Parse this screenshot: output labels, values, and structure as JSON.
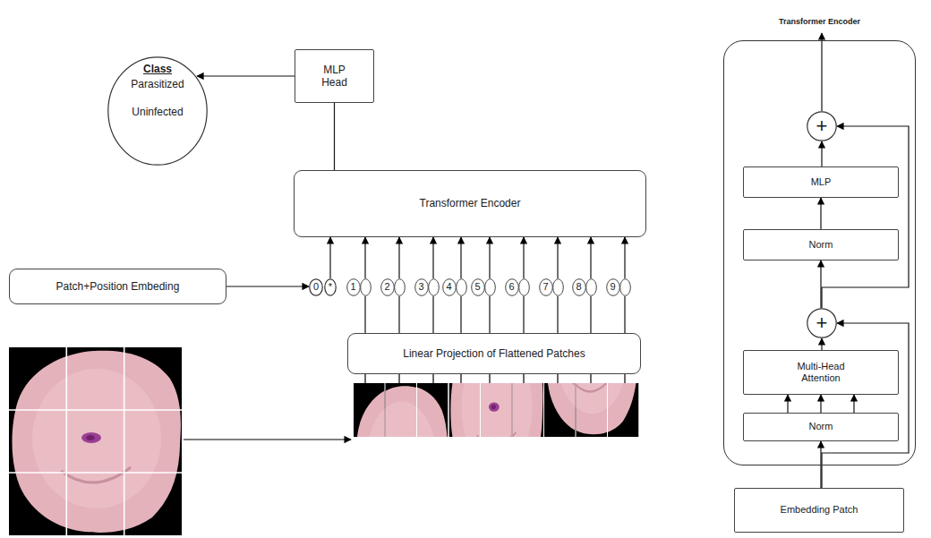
{
  "diagram": {
    "nodes": [
      {
        "text": [
          "Class",
          "Parasitized",
          "Uninfected"
        ]
      },
      {
        "text": [
          "MLP Head"
        ]
      },
      {
        "text": [
          "Transformer Encoder"
        ]
      },
      {
        "text": [
          "Patch+Position Embeding"
        ]
      },
      {
        "text": [
          "0"
        ]
      },
      {
        "text": [
          "*"
        ]
      },
      {
        "text": [
          "1"
        ]
      },
      {
        "text": [
          "2"
        ]
      },
      {
        "text": [
          "3"
        ]
      },
      {
        "text": [
          "4"
        ]
      },
      {
        "text": [
          "5"
        ]
      },
      {
        "text": [
          "6"
        ]
      },
      {
        "text": [
          "7"
        ]
      },
      {
        "text": [
          "8"
        ]
      },
      {
        "text": [
          "9"
        ]
      },
      {
        "text": [
          "Linear Projection of Flattened Patches"
        ]
      },
      {
        "text": [
          "Transformer Encoder"
        ]
      },
      {
        "text": [
          "+"
        ],
        "in": 16
      },
      {
        "text": [
          "MLP"
        ],
        "in": 16
      },
      {
        "text": [
          "Norm"
        ],
        "in": 16
      },
      {
        "text": [
          "+"
        ],
        "in": 16
      },
      {
        "text": [
          "Multi-Head Attention"
        ],
        "in": 16
      },
      {
        "text": [
          "Norm"
        ],
        "in": 16
      },
      {
        "text": [
          "Embedding Patch"
        ]
      }
    ],
    "edges": [
      {
        "from": 1,
        "to": 0,
        "arrow": "to"
      },
      {
        "from": 2,
        "to": 1,
        "arrow": "none"
      },
      {
        "from": 3,
        "to": 4,
        "arrow": "to"
      },
      {
        "from": 5,
        "to": 2,
        "arrow": "to"
      },
      {
        "from": 6,
        "to": 2,
        "arrow": "to"
      },
      {
        "from": 7,
        "to": 2,
        "arrow": "to"
      },
      {
        "from": 8,
        "to": 2,
        "arrow": "to"
      },
      {
        "from": 9,
        "to": 2,
        "arrow": "to"
      },
      {
        "from": 10,
        "to": 2,
        "arrow": "to"
      },
      {
        "from": 11,
        "to": 2,
        "arrow": "to"
      },
      {
        "from": 12,
        "to": 2,
        "arrow": "to"
      },
      {
        "from": 13,
        "to": 2,
        "arrow": "to"
      },
      {
        "from": 14,
        "to": 2,
        "arrow": "to"
      },
      {
        "from": 15,
        "to": 6,
        "arrow": "none"
      },
      {
        "from": 15,
        "to": 7,
        "arrow": "none"
      },
      {
        "from": 15,
        "to": 8,
        "arrow": "none"
      },
      {
        "from": 15,
        "to": 9,
        "arrow": "none"
      },
      {
        "from": 15,
        "to": 10,
        "arrow": "none"
      },
      {
        "from": 15,
        "to": 11,
        "arrow": "none"
      },
      {
        "from": 15,
        "to": 12,
        "arrow": "none"
      },
      {
        "from": 15,
        "to": 13,
        "arrow": "none"
      },
      {
        "from": 15,
        "to": 14,
        "arrow": "none"
      },
      {
        "from": 23,
        "to": 22,
        "arrow": "to"
      },
      {
        "from": 23,
        "to": 20,
        "arrow": "to"
      },
      {
        "from": 22,
        "to": 21,
        "arrow": "to"
      },
      {
        "from": 21,
        "to": 20,
        "arrow": "to"
      },
      {
        "from": 20,
        "to": 19,
        "arrow": "to"
      },
      {
        "from": 20,
        "to": 17,
        "arrow": "to"
      },
      {
        "from": 19,
        "to": 18,
        "arrow": "to"
      },
      {
        "from": 18,
        "to": 17,
        "arrow": "to"
      }
    ]
  }
}
